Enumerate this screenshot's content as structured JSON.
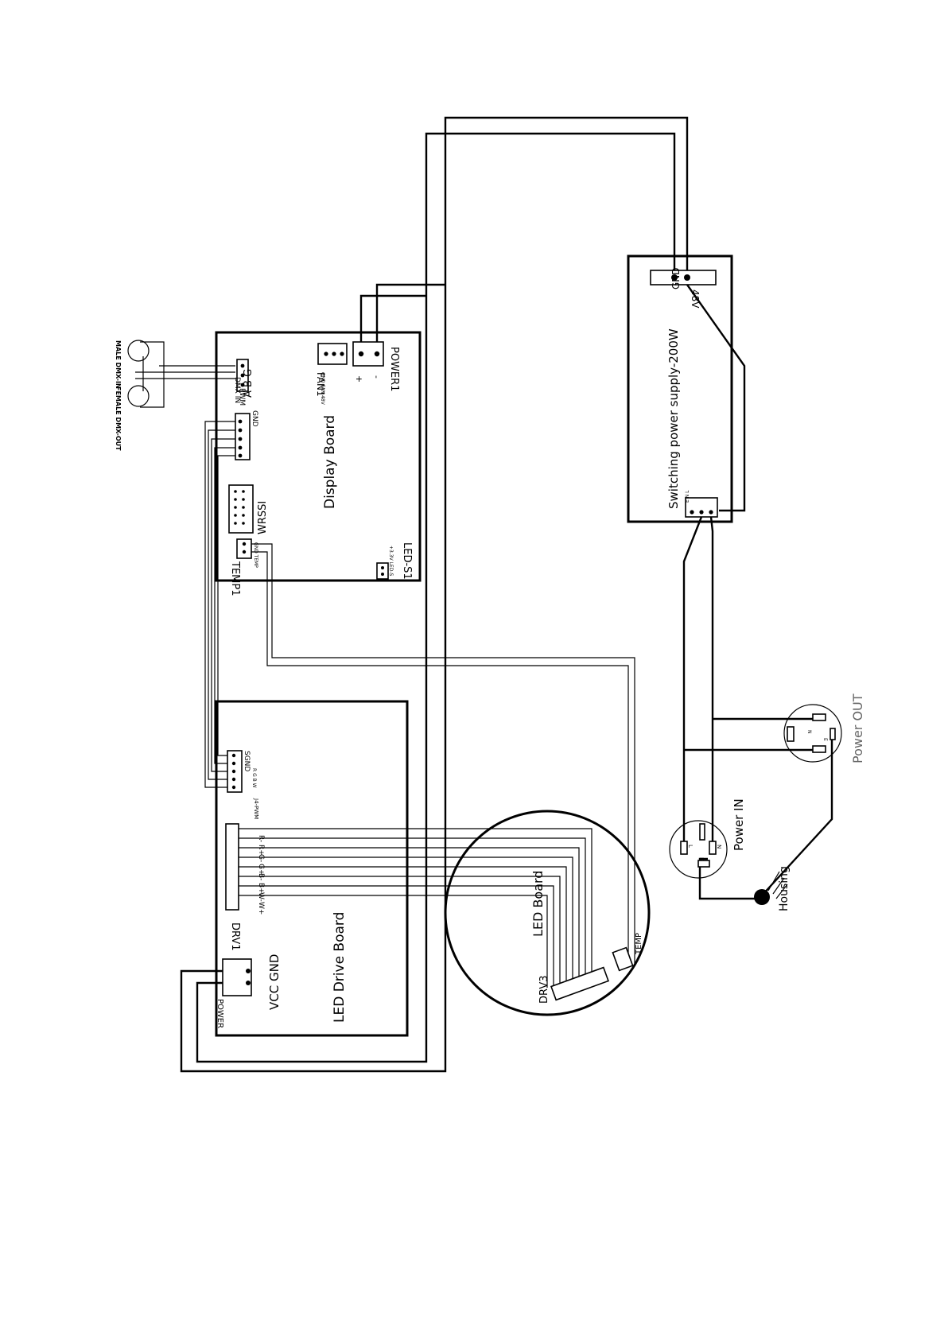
{
  "display_board": {
    "title": "Display Board",
    "dmx_in": "DMX IN",
    "rgb": "A B G",
    "pwm": "PWM",
    "gnd": "GND",
    "fan_label": "FAN1",
    "fan_pins": "GND FAN 48V",
    "power_label": "POWER1",
    "power_plus": "+",
    "power_minus": "-",
    "wrssi": "WRSSI",
    "temp_label": "TEMP1",
    "temp_pins": "GND TEMP",
    "led_s1": "LED-S1",
    "led_s1_pins": "+3.3V LED-S"
  },
  "xlr": {
    "male_label": "MALE DMX-IN",
    "female_label": "FEMALE DMX-OUT"
  },
  "led_drive_board": {
    "title": "LED Drive Board",
    "signal": "SGND",
    "signal_pins": "R G B W",
    "j4_pwm": "J4-PWM",
    "drv1": "DRV1",
    "channels": [
      "R-",
      "R+",
      "G-",
      "G+",
      "B-",
      "B+",
      "W-",
      "W+"
    ],
    "vcc_gnd": "VCC GND",
    "power_label": "POWER"
  },
  "led_board": {
    "title": "LED Board",
    "drv3": "DRV3",
    "temp": "TEMP"
  },
  "psu": {
    "title": "Switching power supply-200W",
    "gnd": "GND",
    "v48": "48V",
    "in_pins": "E N L"
  },
  "power_in": {
    "label": "Power IN",
    "pins": [
      "L",
      "N",
      "E"
    ]
  },
  "power_out": {
    "label": "Power OUT",
    "pins": [
      "L",
      "N",
      "E"
    ]
  },
  "housing": {
    "label": "Housing"
  }
}
